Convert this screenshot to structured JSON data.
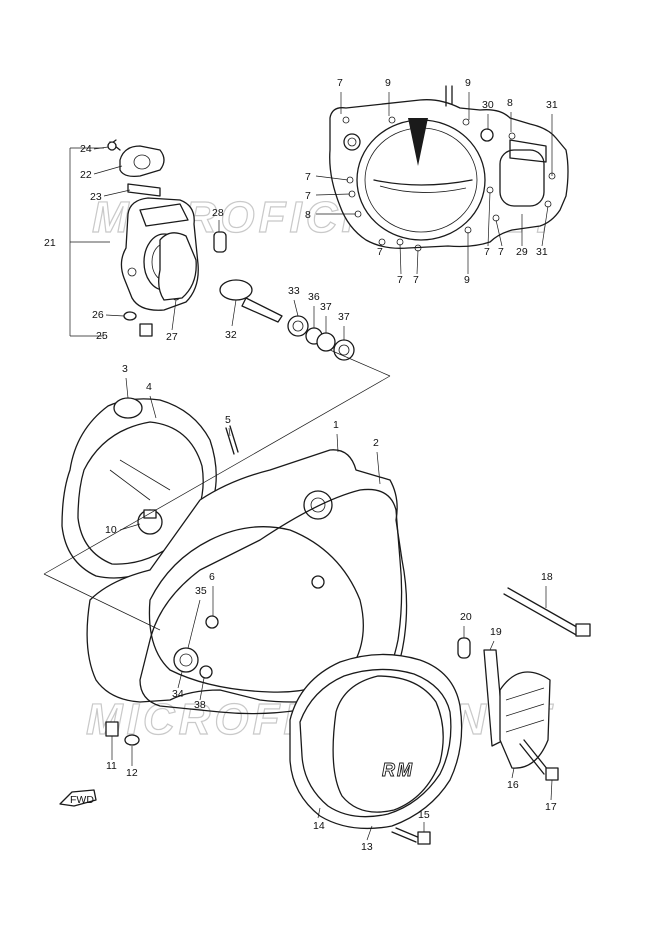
{
  "watermark_text": "MICROFICHES.NET",
  "cover_logo": "RM",
  "front_arrow_label": "FWD",
  "labels": {
    "p1": "1",
    "p2": "2",
    "p3": "3",
    "p4": "4",
    "p5": "5",
    "p6": "6",
    "p7a": "7",
    "p7b": "7",
    "p7c": "7",
    "p7d": "7",
    "p7e": "7",
    "p7f": "7",
    "p7g": "7",
    "p7h": "7",
    "p8a": "8",
    "p8b": "8",
    "p9a": "9",
    "p9b": "9",
    "p9c": "9",
    "p10": "10",
    "p11": "11",
    "p12": "12",
    "p13": "13",
    "p14": "14",
    "p15": "15",
    "p16": "16",
    "p17": "17",
    "p18": "18",
    "p19": "19",
    "p20": "20",
    "p21": "21",
    "p22": "22",
    "p23": "23",
    "p24": "24",
    "p25": "25",
    "p26": "26",
    "p27": "27",
    "p28": "28",
    "p29": "29",
    "p30": "30",
    "p31a": "31",
    "p31b": "31",
    "p32": "32",
    "p33": "33",
    "p34": "34",
    "p35": "35",
    "p36": "36",
    "p37a": "37",
    "p37b": "37",
    "p38": "38"
  }
}
